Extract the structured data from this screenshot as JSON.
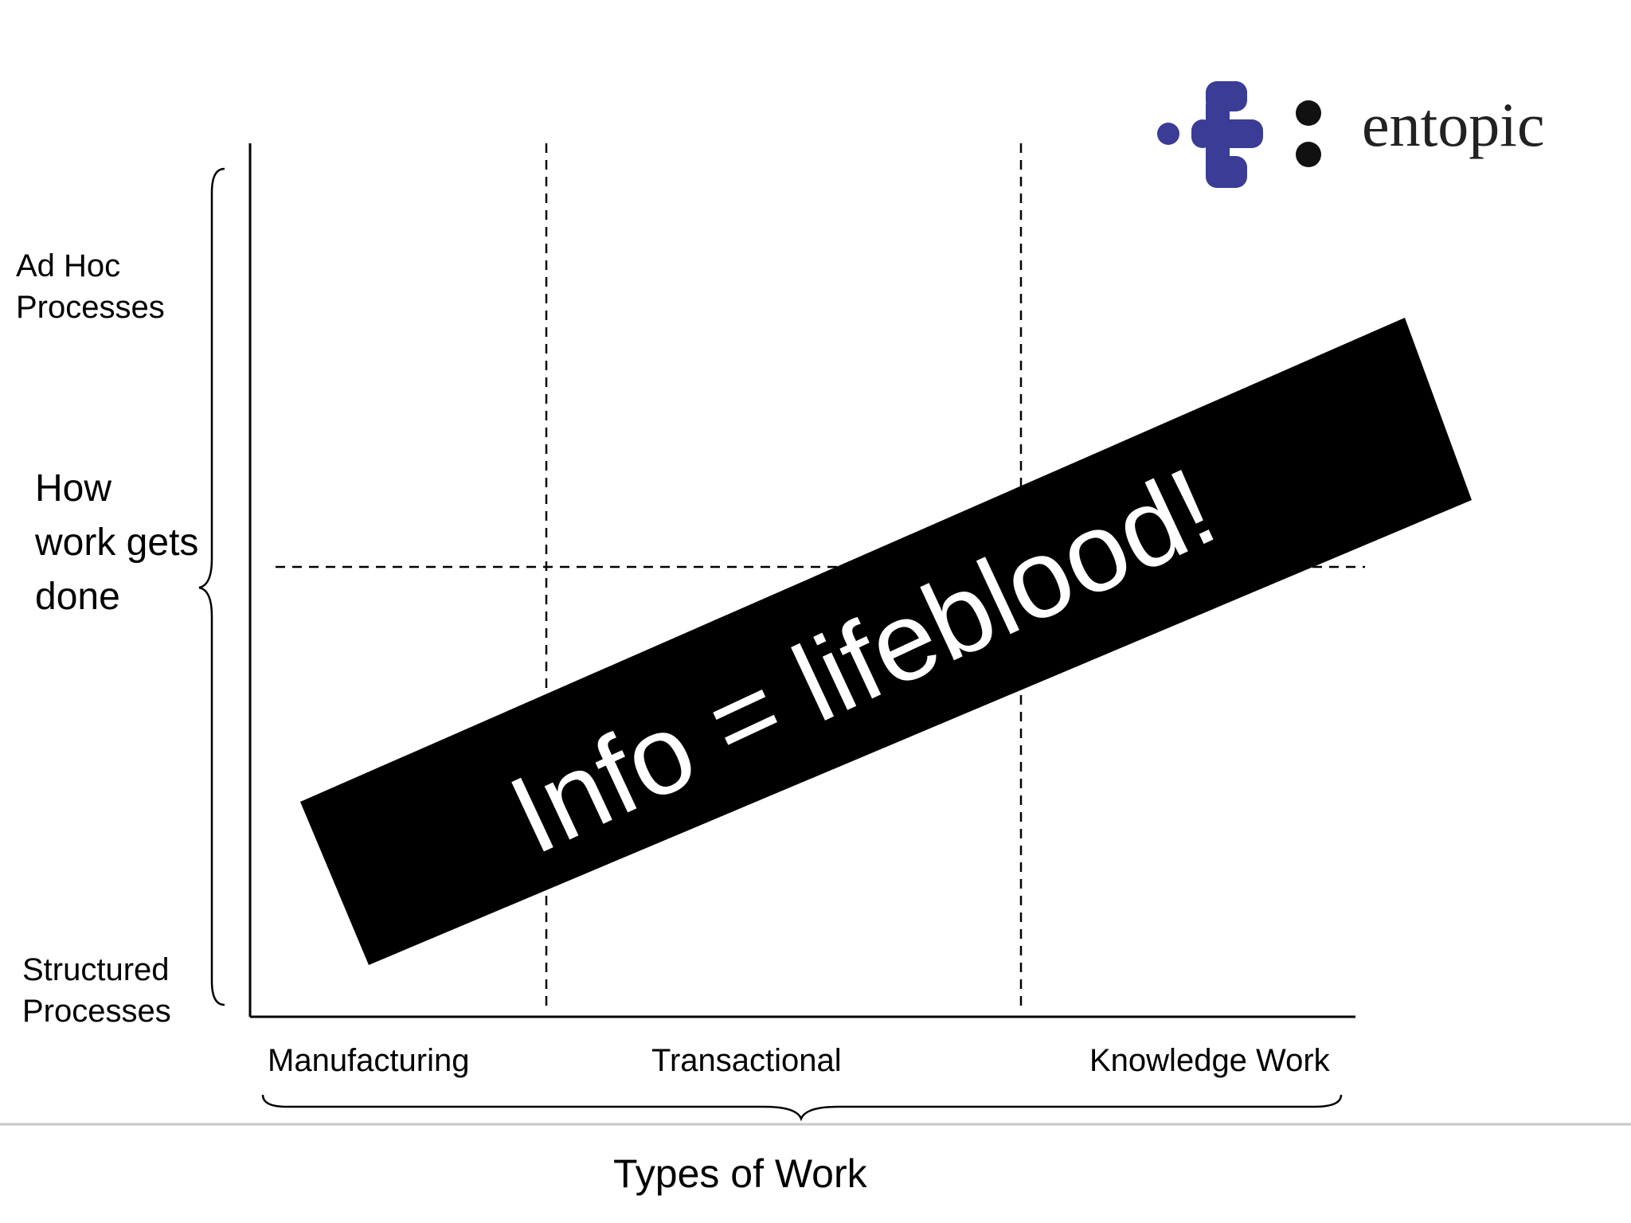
{
  "brand": {
    "name": "entopic",
    "accent": "#3a3c95",
    "dark": "#111111"
  },
  "axes": {
    "y_top": [
      "Ad Hoc",
      "Processes"
    ],
    "y_bottom": [
      "Structured",
      "Processes"
    ],
    "y_title": [
      "How",
      "work gets",
      "done"
    ],
    "x_categories": [
      "Manufacturing",
      "Transactional",
      "Knowledge Work"
    ],
    "x_title": "Types of Work"
  },
  "banner": {
    "text": "Info = lifeblood!",
    "background": "#000000",
    "text_color": "#ffffff"
  }
}
